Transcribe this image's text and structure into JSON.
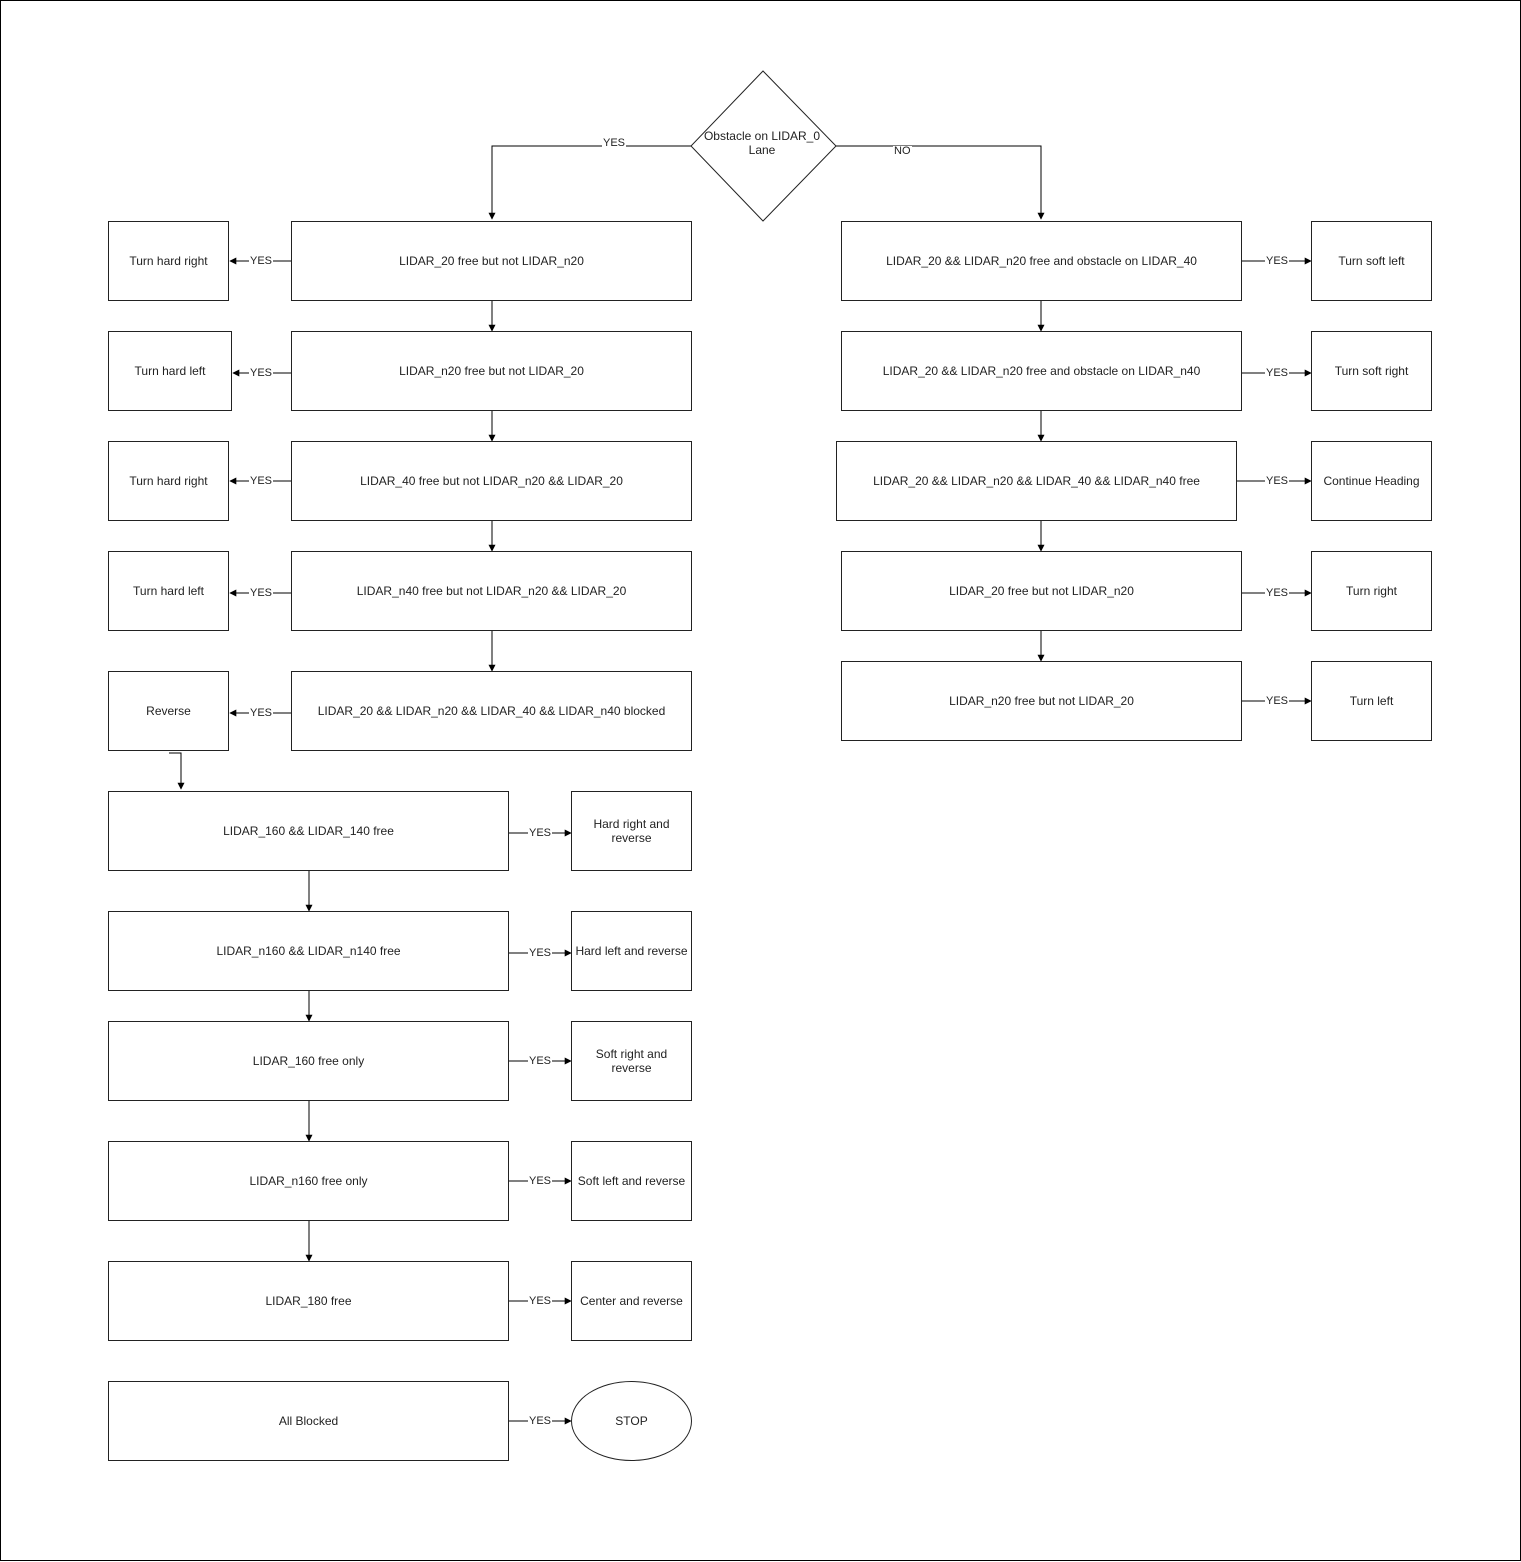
{
  "decision": {
    "label": "Obstacle on LIDAR_0 Lane",
    "yes": "YES",
    "no": "NO"
  },
  "yes_branch": {
    "conditions": [
      {
        "label": "LIDAR_20 free but not LIDAR_n20",
        "edge": "YES",
        "action": "Turn hard right"
      },
      {
        "label": "LIDAR_n20 free but not LIDAR_20",
        "edge": "YES",
        "action": "Turn hard left"
      },
      {
        "label": "LIDAR_40 free but not LIDAR_n20 && LIDAR_20",
        "edge": "YES",
        "action": "Turn hard right"
      },
      {
        "label": "LIDAR_n40 free but not LIDAR_n20 && LIDAR_20",
        "edge": "YES",
        "action": "Turn hard left"
      },
      {
        "label": "LIDAR_20 && LIDAR_n20 && LIDAR_40 && LIDAR_n40 blocked",
        "edge": "YES",
        "action": "Reverse"
      }
    ],
    "reverse_conditions": [
      {
        "label": "LIDAR_160 && LIDAR_140 free",
        "edge": "YES",
        "action": "Hard right and reverse"
      },
      {
        "label": "LIDAR_n160 && LIDAR_n140 free",
        "edge": "YES",
        "action": "Hard left and reverse"
      },
      {
        "label": "LIDAR_160 free only",
        "edge": "YES",
        "action": "Soft right and reverse"
      },
      {
        "label": "LIDAR_n160 free only",
        "edge": "YES",
        "action": "Soft left and reverse"
      },
      {
        "label": "LIDAR_180 free",
        "edge": "YES",
        "action": "Center and reverse"
      },
      {
        "label": "All Blocked",
        "edge": "YES",
        "action": "STOP"
      }
    ]
  },
  "no_branch": {
    "conditions": [
      {
        "label": "LIDAR_20 && LIDAR_n20 free and obstacle on LIDAR_40",
        "edge": "YES",
        "action": "Turn soft left"
      },
      {
        "label": "LIDAR_20 && LIDAR_n20 free and obstacle on LIDAR_n40",
        "edge": "YES",
        "action": "Turn soft right"
      },
      {
        "label": "LIDAR_20 && LIDAR_n20 && LIDAR_40 && LIDAR_n40 free",
        "edge": "YES",
        "action": "Continue Heading"
      },
      {
        "label": "LIDAR_20 free but not LIDAR_n20",
        "edge": "YES",
        "action": "Turn right"
      },
      {
        "label": "LIDAR_n20 free but not LIDAR_20",
        "edge": "YES",
        "action": "Turn left"
      }
    ]
  }
}
